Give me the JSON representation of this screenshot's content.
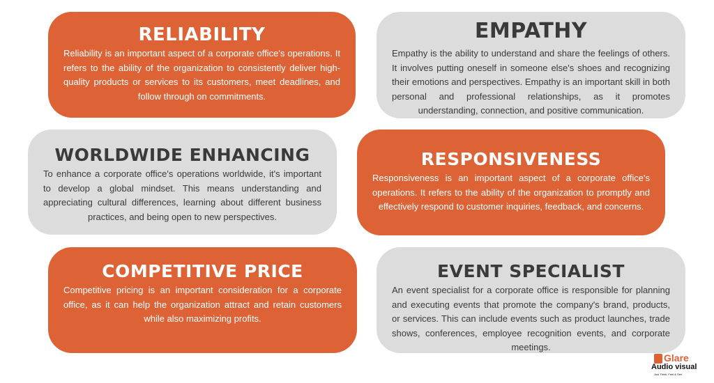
{
  "cards": [
    {
      "title": "RELIABILITY",
      "text": "Reliability is an important aspect of a corporate office's operations. It refers to the ability of the organization to consistently deliver high-quality products or services to its customers, meet deadlines, and follow through on commitments.",
      "color": "#dd6336"
    },
    {
      "title": "EMPATHY",
      "text": "Empathy is the ability to understand and share the feelings of others. It involves putting oneself in someone else's shoes and recognizing their emotions and perspectives. Empathy is an important skill in both personal and professional relationships, as it promotes understanding, connection, and positive communication.",
      "color": "#dcdcdc"
    },
    {
      "title": "WORLDWIDE ENHANCING",
      "text": "To enhance a corporate office's operations worldwide, it's important to develop a global mindset. This means understanding and appreciating cultural differences, learning about different business practices, and being open to new perspectives.",
      "color": "#dcdcdc"
    },
    {
      "title": "RESPONSIVENESS",
      "text": "Responsiveness is an important aspect of a corporate office's operations. It refers to the ability of the organization to promptly and effectively respond to customer inquiries, feedback, and concerns.",
      "color": "#dd6336"
    },
    {
      "title": "COMPETITIVE PRICE",
      "text": "Competitive pricing is an important consideration for a corporate office, as it can help the organization attract and retain customers while also maximizing profits.",
      "color": "#dd6336"
    },
    {
      "title": "EVENT SPECIALIST",
      "text": "An event specialist for a corporate office is responsible for planning and executing events that promote the company's brand, products, or services. This can include events such as product launches, trade shows, conferences, employee recognition events, and corporate meetings.",
      "color": "#dcdcdc"
    }
  ],
  "logo": {
    "top": "Glare",
    "main": "Audio visual",
    "tagline": "Just Think, Feel & See"
  }
}
